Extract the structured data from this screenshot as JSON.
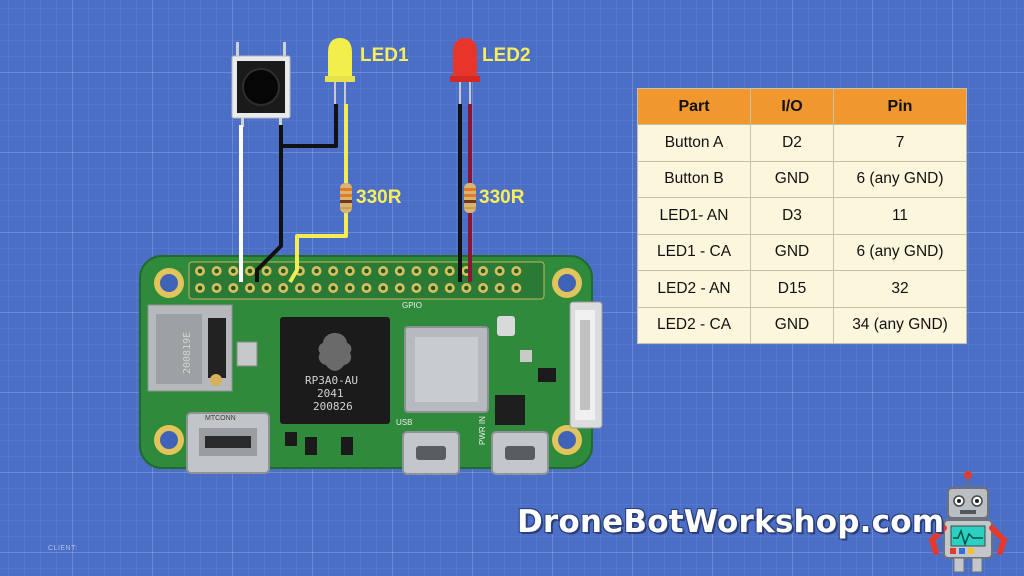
{
  "labels": {
    "led1": "LED1",
    "led2": "LED2",
    "resistor1": "330R",
    "resistor2": "330R"
  },
  "table": {
    "headers": [
      "Part",
      "I/O",
      "Pin"
    ],
    "rows": [
      [
        "Button A",
        "D2",
        "7"
      ],
      [
        "Button B",
        "GND",
        "6 (any GND)"
      ],
      [
        "LED1- AN",
        "D3",
        "11"
      ],
      [
        "LED1 - CA",
        "GND",
        "6 (any GND)"
      ],
      [
        "LED2 - AN",
        "D15",
        "32"
      ],
      [
        "LED2 - CA",
        "GND",
        "34 (any GND)"
      ]
    ]
  },
  "board": {
    "chip_line1": "RP3A0-AU",
    "chip_line2": "2041",
    "chip_line3": "200826",
    "mem_text": "200819E",
    "gpio": "GPIO",
    "hdmi": "MTCONN",
    "usb": "USB",
    "pwr": "PWR IN"
  },
  "footer": {
    "brand": "DroneBotWorkshop.com",
    "client": "CLIENT:"
  },
  "colors": {
    "background": "#4b6ec6",
    "board_green": "#2f8a3c",
    "header_orange": "#f0972e",
    "cell_cream": "#fbf6dc",
    "label_yellow": "#f7ee5a",
    "wire_white": "#ffffff",
    "wire_black": "#111111",
    "wire_yellow": "#f3ec52",
    "wire_maroon": "#8a1535"
  }
}
